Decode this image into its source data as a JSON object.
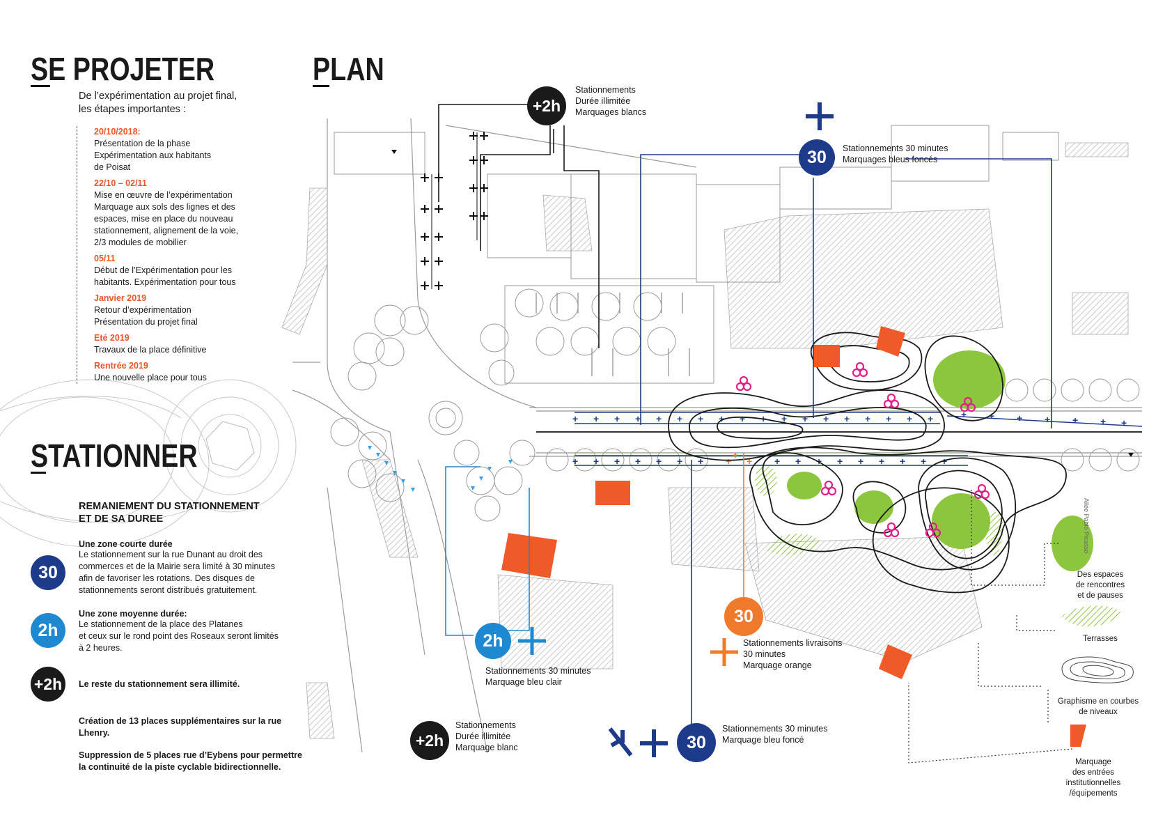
{
  "left": {
    "title_projeter": "SE PROJETER",
    "intro_line1": "De l’expérimentation au projet final,",
    "intro_line2": "les étapes importantes :",
    "timeline": [
      {
        "date": "20/10/2018:",
        "lines": [
          "Présentation de la phase",
          "Expérimentation  aux habitants",
          "de Poisat"
        ]
      },
      {
        "date": "22/10 – 02/11",
        "lines": [
          "Mise en œuvre de l’expérimentation",
          "Marquage aux sols des lignes et des",
          "espaces, mise en place du nouveau",
          "stationnement, alignement de la voie,",
          "2/3 modules de mobilier"
        ]
      },
      {
        "date": "05/11",
        "lines": [
          "Début de l’Expérimentation pour les",
          "habitants. Expérimentation pour tous"
        ]
      },
      {
        "date": "Janvier 2019",
        "lines": [
          "Retour d’expérimentation",
          "Présentation du projet final"
        ]
      },
      {
        "date": "Eté 2019",
        "lines": [
          "Travaux de la place définitive"
        ]
      },
      {
        "date": "Rentrée 2019",
        "lines": [
          "Une nouvelle place pour tous"
        ]
      }
    ],
    "title_stationner": "STATIONNER",
    "sub1": "REMANIEMENT DU STATIONNEMENT",
    "sub2": "ET DE SA DUREE",
    "zones": [
      {
        "badge": "30",
        "color": "#1e3a8a",
        "head": "Une zone courte durée",
        "lines": [
          "Le stationnement sur la rue Dunant au droit des",
          "commerces et de la Mairie sera limité à 30 minutes",
          "afin de favoriser les rotations. Des disques de",
          "stationnements seront distribués gratuitement."
        ]
      },
      {
        "badge": "2h",
        "color": "#1e88d0",
        "head": "Une zone moyenne durée:",
        "lines": [
          "Le stationnement de la place des Platanes",
          "et ceux sur le rond point des Roseaux seront limités",
          "à 2 heures."
        ]
      },
      {
        "badge": "+2h",
        "color": "#1a1a1a",
        "head": "Le reste du stationnement sera illimité.",
        "lines": []
      }
    ],
    "note1_l1": "Création de 13 places supplémentaires sur la rue",
    "note1_l2": "Lhenry.",
    "note2_l1": "Suppression de 5 places rue d’Eybens pour permettre",
    "note2_l2": "la continuité de la piste cyclable bidirectionnelle."
  },
  "plan": {
    "title": "PLAN",
    "callouts": {
      "top_black": {
        "badge": "+2h",
        "l1": "Stationnements",
        "l2": "Durée illimitée",
        "l3": "Marquages blancs"
      },
      "top_blue": {
        "badge": "30",
        "l1": "Stationnements 30 minutes",
        "l2": "Marquages bleus foncés"
      },
      "lightblue": {
        "badge": "2h",
        "l1": "Stationnements 30 minutes",
        "l2": "Marquage bleu clair"
      },
      "bottom_black": {
        "badge": "+2h",
        "l1": "Stationnements",
        "l2": "Durée illimitée",
        "l3": "Marquage blanc"
      },
      "orange": {
        "badge": "30",
        "l1": "Stationnements livraisons",
        "l2": "30 minutes",
        "l3": "Marquage orange"
      },
      "bottom_blue": {
        "badge": "30",
        "l1": "Stationnements 30 minutes",
        "l2": "Marquage bleu foncé"
      }
    },
    "street_label": "Allée Pablo Picasso",
    "legend": {
      "green_l1": "Des espaces",
      "green_l2": "de rencontres",
      "green_l3": "et de pauses",
      "terrasses": "Terrasses",
      "contours_l1": "Graphisme en courbes",
      "contours_l2": "de niveaux",
      "entrees_l1": "Marquage",
      "entrees_l2": "des entrées",
      "entrees_l3": "institutionnelles",
      "entrees_l4": "/équipements"
    }
  },
  "colors": {
    "dark_blue": "#1e3a8a",
    "light_blue": "#1e88d0",
    "orange": "#f07a2b",
    "red_orange": "#f05a28",
    "green": "#8cc63f",
    "pink": "#e0218a",
    "black": "#1a1a1a"
  }
}
